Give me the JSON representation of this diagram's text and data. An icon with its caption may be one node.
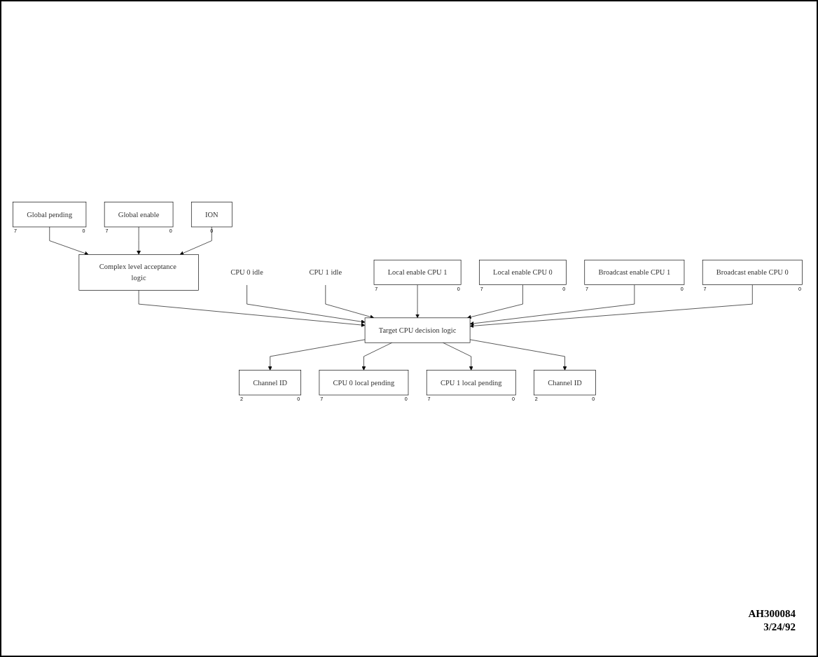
{
  "diagram": {
    "nodes": [
      {
        "text": [
          "Global pending"
        ],
        "beside": [
          "7",
          "0"
        ]
      },
      {
        "text": [
          "Global enable"
        ],
        "beside": [
          "7",
          "0"
        ]
      },
      {
        "text": [
          "Complex level acceptance logic"
        ]
      },
      {
        "text": [
          "ION"
        ],
        "beside": [
          "0"
        ]
      },
      {
        "text": [
          "CPU 0 idle"
        ]
      },
      {
        "text": [
          "CPU 1 idle"
        ]
      },
      {
        "text": [
          "Target CPU decision logic"
        ]
      },
      {
        "text": [
          "Local enable CPU 1"
        ],
        "beside": [
          "7",
          "0"
        ]
      },
      {
        "text": [
          "Local enable CPU 0"
        ],
        "beside": [
          "7",
          "0"
        ]
      },
      {
        "text": [
          "Broadcast enable CPU 1"
        ],
        "beside": [
          "7",
          "0"
        ]
      },
      {
        "text": [
          "Broadcast enable CPU 0"
        ],
        "beside": [
          "7",
          "0"
        ]
      },
      {
        "text": [
          "Channel ID"
        ],
        "beside": [
          "2",
          "0"
        ]
      },
      {
        "text": [
          "CPU 0 local pending"
        ],
        "beside": [
          "7",
          "0"
        ]
      },
      {
        "text": [
          "CPU 1 local pending"
        ],
        "beside": [
          "7",
          "0"
        ]
      },
      {
        "text": [
          "Channel ID"
        ],
        "beside": [
          "2",
          "0"
        ]
      }
    ],
    "edges": [
      {
        "from": 0,
        "to": 2,
        "arrow": "to"
      },
      {
        "from": 1,
        "to": 2,
        "arrow": "to"
      },
      {
        "from": 3,
        "to": 2,
        "arrow": "to"
      },
      {
        "from": 2,
        "to": 6,
        "arrow": "to"
      },
      {
        "from": 4,
        "to": 6,
        "arrow": "to"
      },
      {
        "from": 5,
        "to": 6,
        "arrow": "to"
      },
      {
        "from": 7,
        "to": 6,
        "arrow": "to"
      },
      {
        "from": 8,
        "to": 6,
        "arrow": "to"
      },
      {
        "from": 9,
        "to": 6,
        "arrow": "to"
      },
      {
        "from": 10,
        "to": 6,
        "arrow": "to"
      },
      {
        "from": 6,
        "to": 11,
        "arrow": "to"
      },
      {
        "from": 6,
        "to": 12,
        "arrow": "to"
      },
      {
        "from": 6,
        "to": 13,
        "arrow": "to"
      },
      {
        "from": 6,
        "to": 14,
        "arrow": "to"
      }
    ],
    "labels": [
      "AH300084",
      "3/24/92"
    ]
  }
}
